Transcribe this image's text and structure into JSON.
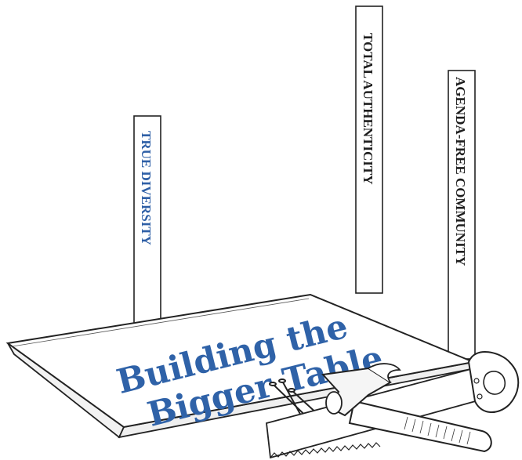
{
  "illustration": {
    "legs": [
      {
        "label": "TRUE DIVERSITY",
        "color": "#2e5fa6"
      },
      {
        "label": "TOTAL AUTHENTICITY",
        "color": "#1e1e1e"
      },
      {
        "label": "AGENDA-FREE COMMUNITY",
        "color": "#1e1e1e"
      }
    ],
    "title": {
      "line1": "Building the",
      "line2": "Bigger Table",
      "color": "#2f62a8"
    },
    "tools": [
      "nails",
      "hammer",
      "hand-saw"
    ]
  }
}
